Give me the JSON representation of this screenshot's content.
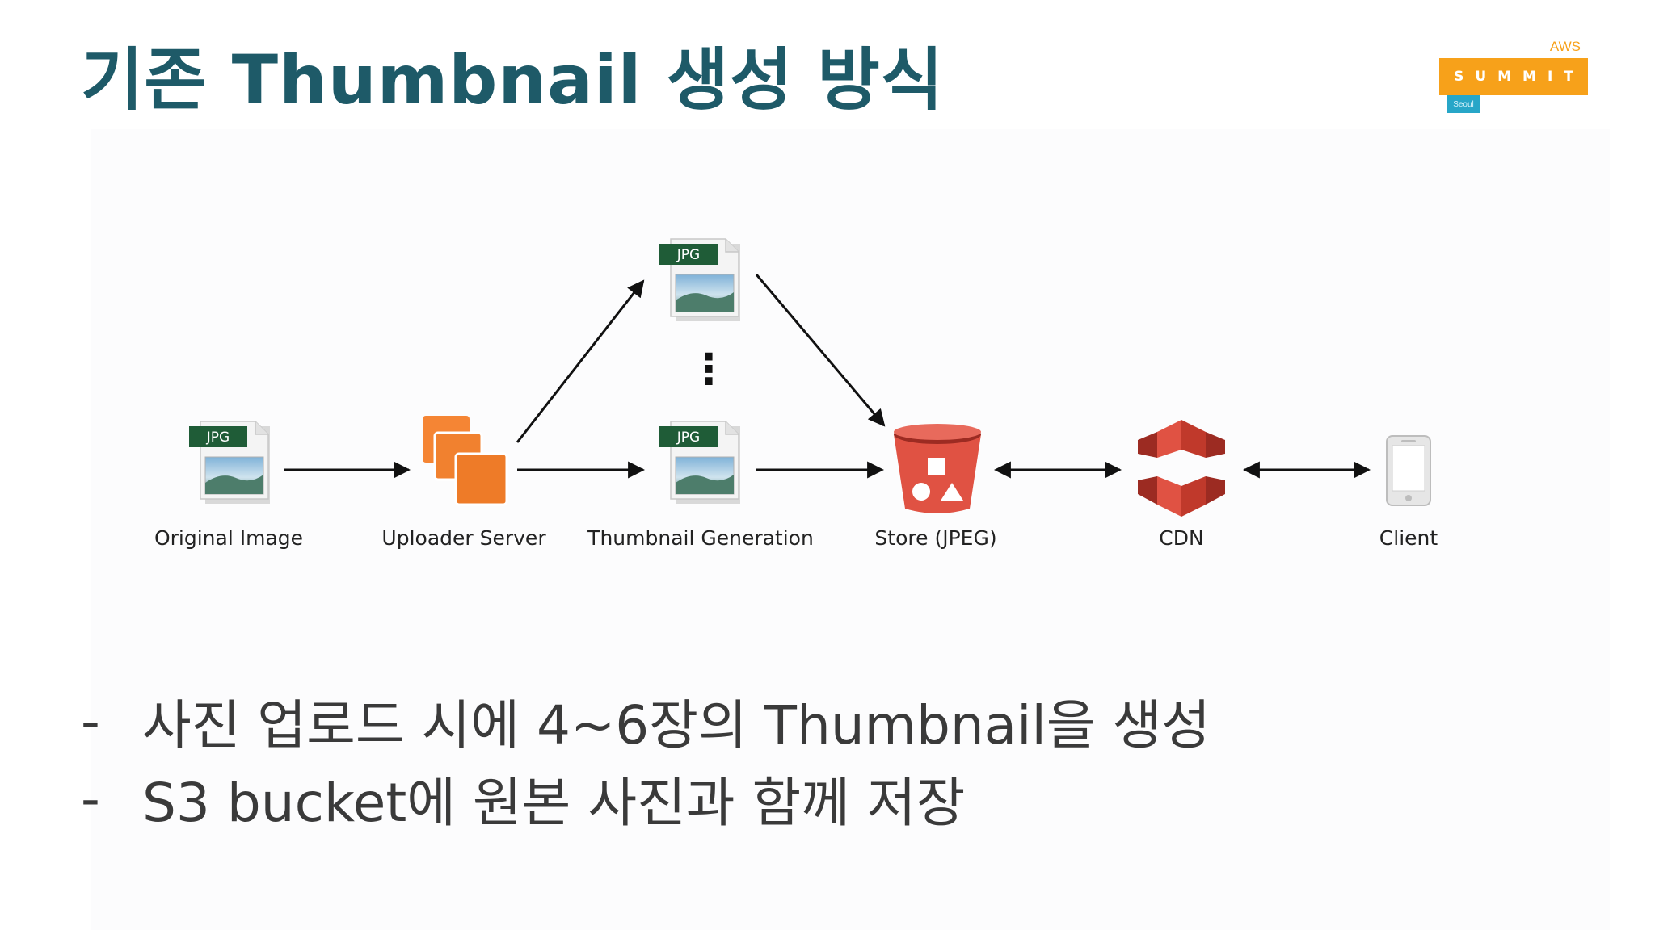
{
  "slide": {
    "title": "기존 Thumbnail 생성 방식"
  },
  "logo": {
    "aws": "AWS",
    "summit": "SUMMIT",
    "city": "Seoul",
    "colors": {
      "orange": "#f7a11a",
      "teal": "#27a6c8"
    }
  },
  "diagram": {
    "nodes": [
      {
        "id": "original",
        "label": "Original Image",
        "icon": "jpg-file-icon",
        "badge": "JPG"
      },
      {
        "id": "uploader",
        "label": "Uploader Server",
        "icon": "server-stack-icon"
      },
      {
        "id": "thumb",
        "label": "Thumbnail Generation",
        "icon": "jpg-file-icon",
        "badge": "JPG"
      },
      {
        "id": "store",
        "label": "Store (JPEG)",
        "icon": "s3-bucket-icon"
      },
      {
        "id": "cdn",
        "label": "CDN",
        "icon": "cloudfront-icon"
      },
      {
        "id": "client",
        "label": "Client",
        "icon": "mobile-phone-icon"
      }
    ],
    "thumb_top_badge": "JPG",
    "ellipsis": "⋮",
    "edges": [
      {
        "from": "original",
        "to": "uploader",
        "direction": "one-way"
      },
      {
        "from": "uploader",
        "to": "thumb",
        "direction": "one-way"
      },
      {
        "from": "uploader",
        "to": "thumb-top",
        "direction": "one-way"
      },
      {
        "from": "thumb",
        "to": "store",
        "direction": "one-way"
      },
      {
        "from": "thumb-top",
        "to": "store",
        "direction": "one-way"
      },
      {
        "from": "store",
        "to": "cdn",
        "direction": "two-way"
      },
      {
        "from": "cdn",
        "to": "client",
        "direction": "two-way"
      }
    ],
    "colors": {
      "jpg_badge": "#1f5c37",
      "server": "#f58534",
      "s3": "#e05243",
      "cdn": "#e05243"
    }
  },
  "bullets": [
    {
      "dash": "-",
      "text": "사진 업로드 시에 4~6장의 Thumbnail을 생성"
    },
    {
      "dash": "-",
      "text": "S3 bucket에 원본 사진과 함께 저장"
    }
  ]
}
